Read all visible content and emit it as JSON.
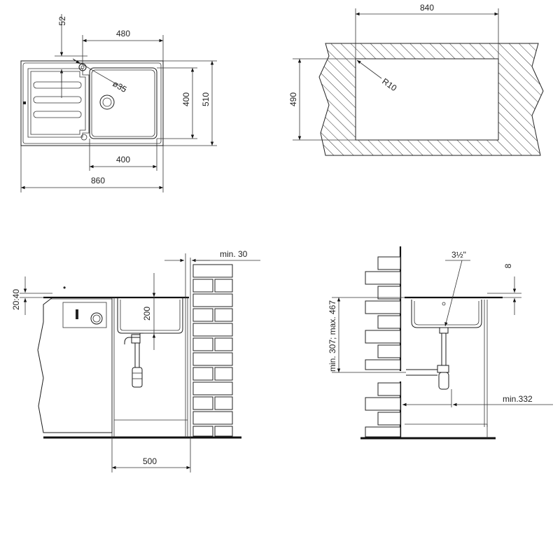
{
  "top_left_view": {
    "dim_52": "52",
    "dim_480": "480",
    "dim_dia35": "ø35",
    "dim_400_vertical": "400",
    "dim_510": "510",
    "dim_400_horizontal": "400",
    "dim_860": "860"
  },
  "top_right_view": {
    "dim_840": "840",
    "dim_490": "490",
    "dim_r10": "R10"
  },
  "bottom_left_view": {
    "dim_min30": "min. 30",
    "dim_20_40": "20:40",
    "dim_200": "200",
    "dim_500": "500"
  },
  "bottom_right_view": {
    "dim_3half": "3½\"",
    "dim_8": "8",
    "dim_min_max": "min. 307;  max. 467",
    "dim_min332": "min.332"
  }
}
